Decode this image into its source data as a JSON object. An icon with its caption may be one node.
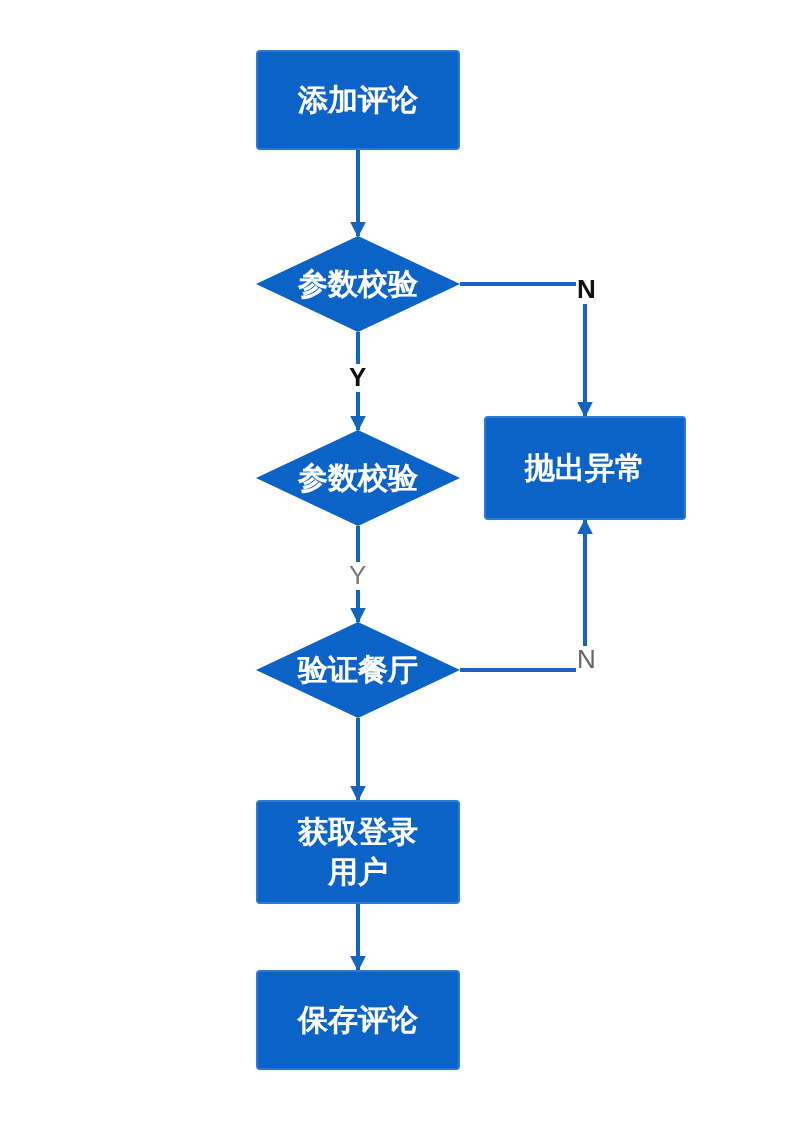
{
  "diagram": {
    "nodes": [
      {
        "text": [
          "添加评论"
        ]
      },
      {
        "text": [
          "参数校验"
        ]
      },
      {
        "text": [
          "参数校验"
        ]
      },
      {
        "text": [
          "抛出异常"
        ]
      },
      {
        "text": [
          "验证餐厅"
        ]
      },
      {
        "text": [
          "获取登录用户"
        ]
      },
      {
        "text": [
          "保存评论"
        ]
      }
    ],
    "edges": [
      {
        "from": 0,
        "to": 1,
        "arrow": "to"
      },
      {
        "from": 1,
        "to": 3,
        "arrow": "to",
        "label": "N"
      },
      {
        "from": 1,
        "to": 2,
        "arrow": "to",
        "label": "Y"
      },
      {
        "from": 2,
        "to": 4,
        "arrow": "to",
        "label": "Y"
      },
      {
        "from": 4,
        "to": 3,
        "arrow": "to",
        "label": "N"
      },
      {
        "from": 4,
        "to": 5,
        "arrow": "to"
      },
      {
        "from": 5,
        "to": 6,
        "arrow": "to"
      }
    ]
  }
}
